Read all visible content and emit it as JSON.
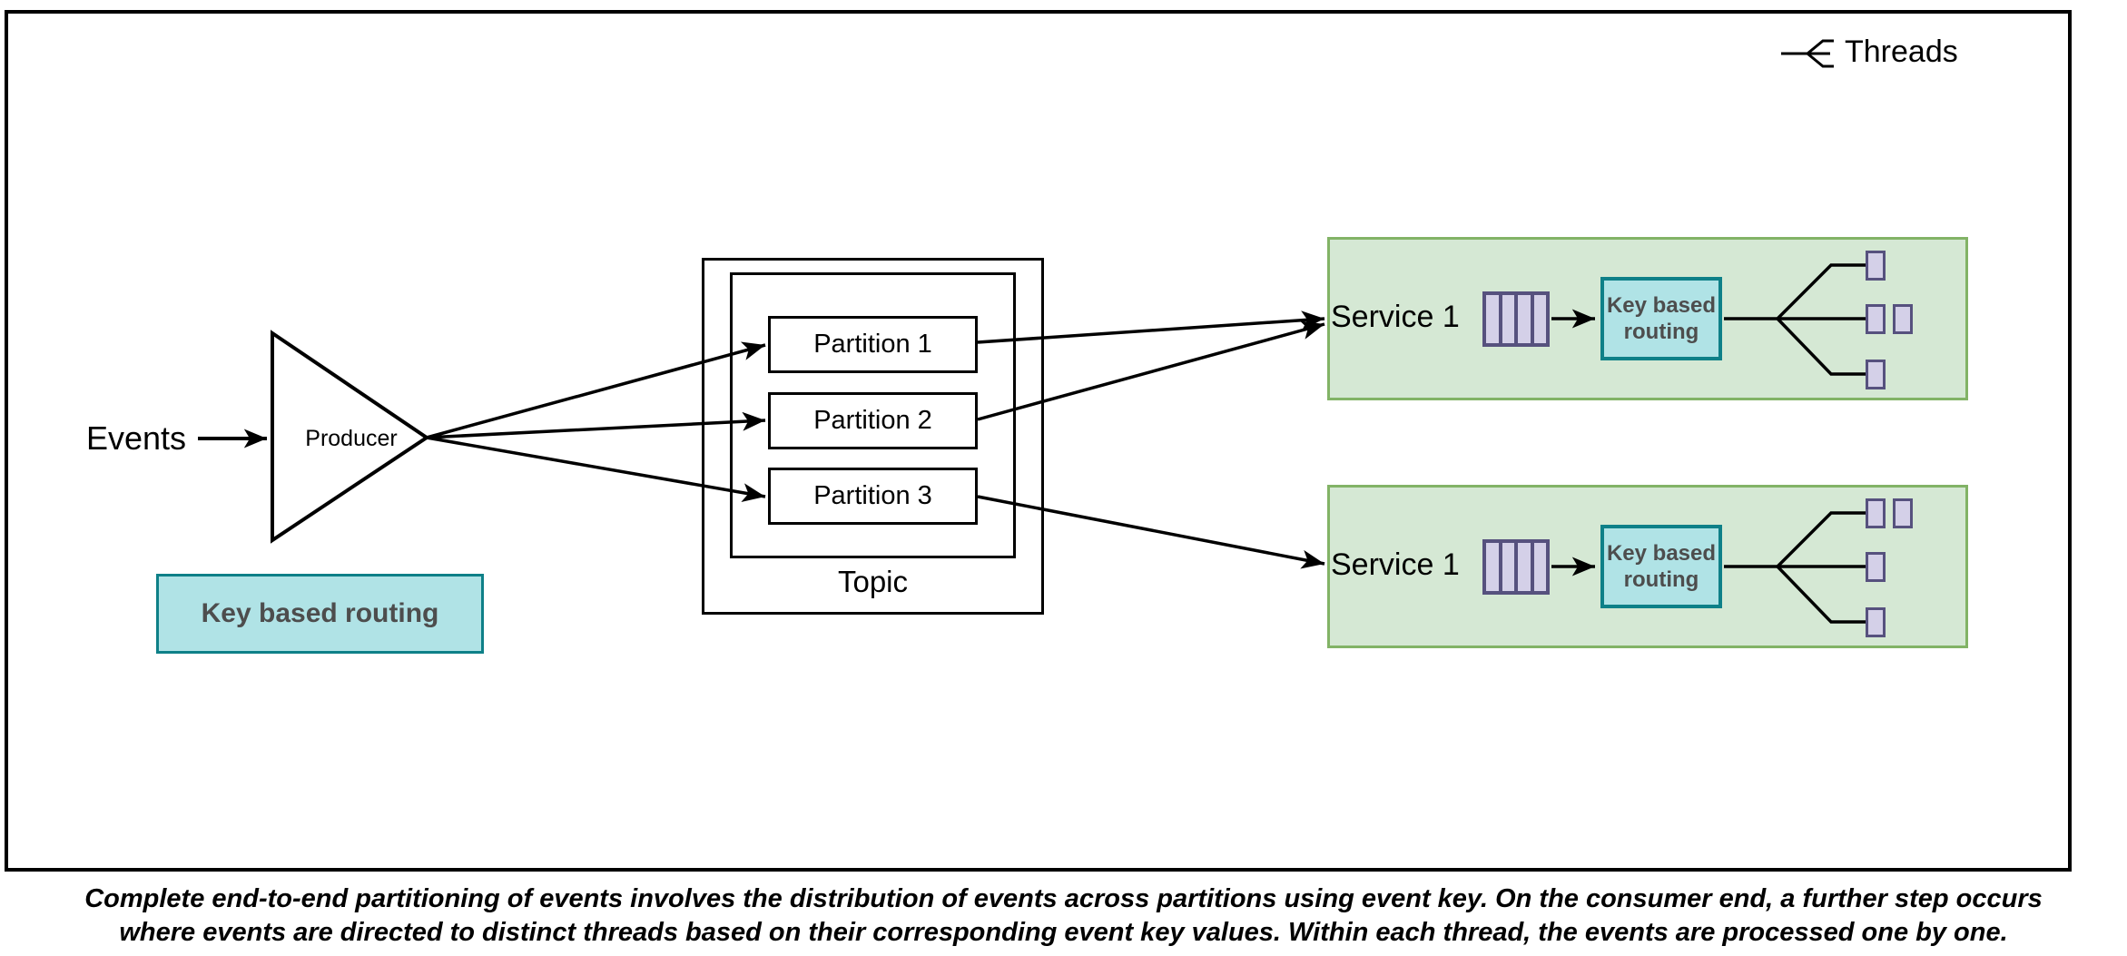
{
  "legend": {
    "label": "Threads",
    "icon": "thread-fork-icon"
  },
  "flow": {
    "events_label": "Events",
    "producer_label": "Producer",
    "key_routing_label": "Key based routing",
    "topic": {
      "label": "Topic",
      "partitions": [
        "Partition 1",
        "Partition 2",
        "Partition 3"
      ]
    },
    "services": [
      {
        "label": "Service 1",
        "queue_icon": "queue-icon",
        "routing_line1": "Key based",
        "routing_line2": "routing",
        "threads": [
          1,
          2,
          1
        ]
      },
      {
        "label": "Service 1",
        "queue_icon": "queue-icon",
        "routing_line1": "Key based",
        "routing_line2": "routing",
        "threads": [
          2,
          1,
          1
        ]
      }
    ]
  },
  "caption": {
    "line1": "Complete end-to-end partitioning of events involves the distribution of events across partitions using event key. On the consumer end, a further step occurs",
    "line2": "where events are directed to distinct threads based on their corresponding event key values. Within each thread, the events are processed one by one."
  },
  "colors": {
    "service_fill": "#d5e8d4",
    "service_border": "#82b366",
    "routing_fill": "#b0e3e6",
    "routing_border": "#0e8088",
    "thread_fill": "#d4d0e8",
    "thread_border": "#56517e",
    "line": "#000000",
    "routing_text": "#4d4d4d"
  }
}
